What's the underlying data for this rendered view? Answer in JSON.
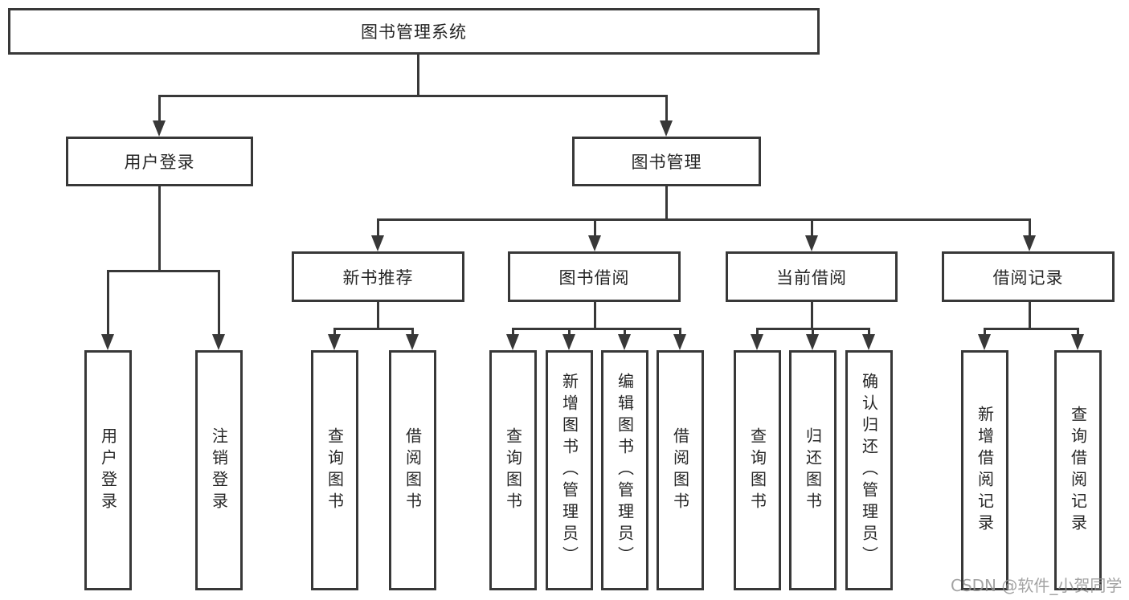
{
  "diagram_title": "图书管理系统",
  "nodes": {
    "root": {
      "label": "图书管理系统"
    },
    "level2": [
      {
        "label": "用户登录"
      },
      {
        "label": "图书管理"
      }
    ],
    "level3": [
      {
        "label": "新书推荐",
        "parent": "图书管理"
      },
      {
        "label": "图书借阅",
        "parent": "图书管理"
      },
      {
        "label": "当前借阅",
        "parent": "图书管理"
      },
      {
        "label": "借阅记录",
        "parent": "图书管理"
      }
    ],
    "leaves": [
      {
        "label": "用户登录",
        "parent": "用户登录"
      },
      {
        "label": "注销登录",
        "parent": "用户登录"
      },
      {
        "label": "查询图书",
        "parent": "新书推荐"
      },
      {
        "label": "借阅图书",
        "parent": "新书推荐"
      },
      {
        "label": "查询图书",
        "parent": "图书借阅"
      },
      {
        "label": "新增图书（管理员）",
        "parent": "图书借阅"
      },
      {
        "label": "编辑图书（管理员）",
        "parent": "图书借阅"
      },
      {
        "label": "借阅图书",
        "parent": "图书借阅"
      },
      {
        "label": "查询图书",
        "parent": "当前借阅"
      },
      {
        "label": "归还图书",
        "parent": "当前借阅"
      },
      {
        "label": "确认归还（管理员）",
        "parent": "当前借阅"
      },
      {
        "label": "新增借阅记录",
        "parent": "借阅记录"
      },
      {
        "label": "查询借阅记录",
        "parent": "借阅记录"
      }
    ]
  },
  "watermark": {
    "text": "CSDN @软件_小贺同学"
  },
  "colors": {
    "line": "#383838",
    "text": "#262626",
    "watermark": "#949494",
    "background": "#ffffff"
  }
}
